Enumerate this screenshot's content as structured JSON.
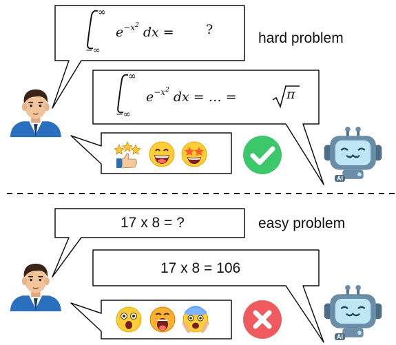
{
  "top": {
    "label": "hard problem",
    "question_lhs": "e",
    "question_exp": "−x",
    "question_exp_sq": "2",
    "question_dx": "dx =",
    "question_mark": "?",
    "answer_lhs": "e",
    "answer_exp": "−x",
    "answer_exp_sq": "2",
    "answer_rest": "dx = … = ",
    "answer_sqrt_arg": "π",
    "int_upper": "∞",
    "int_lower": "−∞",
    "reaction_emojis": [
      "thumbs-up-stars",
      "grinning-face",
      "star-struck-face"
    ],
    "verdict": "correct",
    "verdict_color": "#3cc76a"
  },
  "bottom": {
    "label": "easy problem",
    "question": "17 x 8 = ?",
    "answer": "17 x 8 = 106",
    "reaction_emojis": [
      "astonished-face",
      "screaming-face",
      "fearful-face"
    ],
    "verdict": "wrong",
    "verdict_color": "#ee5a5e"
  },
  "robot_badge": "AI",
  "colors": {
    "robot_body": "#6a8da8",
    "robot_screen": "#bfe6f5",
    "suit": "#2b6fbf",
    "skin": "#f2c49b",
    "hair": "#3a2415"
  }
}
